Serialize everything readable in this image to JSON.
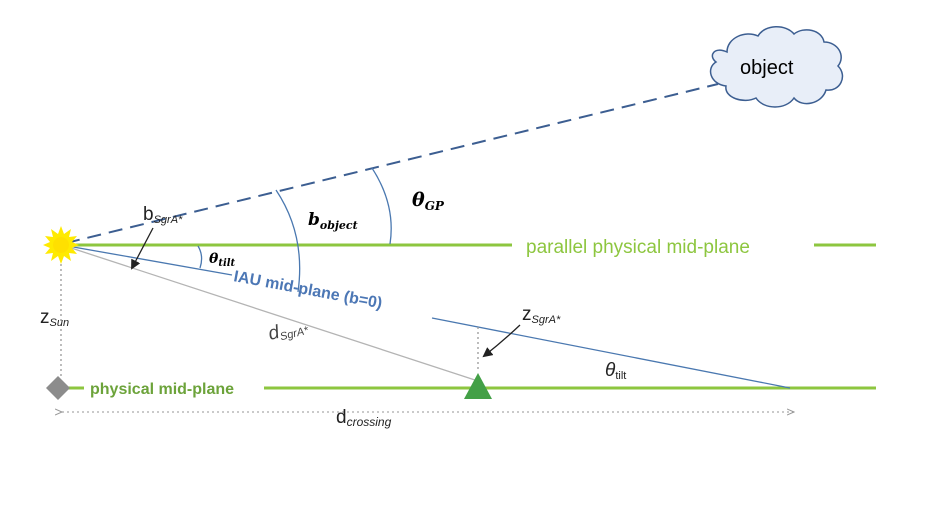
{
  "colors": {
    "green": "#8DC63F",
    "dark_green": "#6CA33A",
    "blue_line": "#4A78B0",
    "blue_text": "#4C77B5",
    "dashed_line": "#3C5E91",
    "gray_line": "#B4B4B4",
    "sun": "#FFEA00",
    "diamond": "#8C8C8C",
    "triangle": "#43A047",
    "cloud_fill": "#E8EEF8",
    "cloud_stroke": "#3C5E91"
  },
  "labels": {
    "object": "object",
    "theta_gp": "θ",
    "theta_gp_sub": "GP",
    "b_object": "b",
    "b_object_sub": "object",
    "b_sgra": "b",
    "b_sgra_sub": "SgrA*",
    "theta_tilt_upper": "θ",
    "theta_tilt_upper_sub": "tilt",
    "parallel_plane": "parallel physical mid-plane",
    "iau_plane": "IAU mid-plane (b=0)",
    "d_sgra": "d",
    "d_sgra_sub": "SgrA*",
    "z_sgra": "z",
    "z_sgra_sub": "SgrA*",
    "z_sun": "z",
    "z_sun_sub": "Sun",
    "physical_plane": "physical mid-plane",
    "theta_tilt_lower": "θ",
    "theta_tilt_lower_sub": "tilt",
    "d_crossing": "d",
    "d_crossing_sub": "crossing"
  }
}
